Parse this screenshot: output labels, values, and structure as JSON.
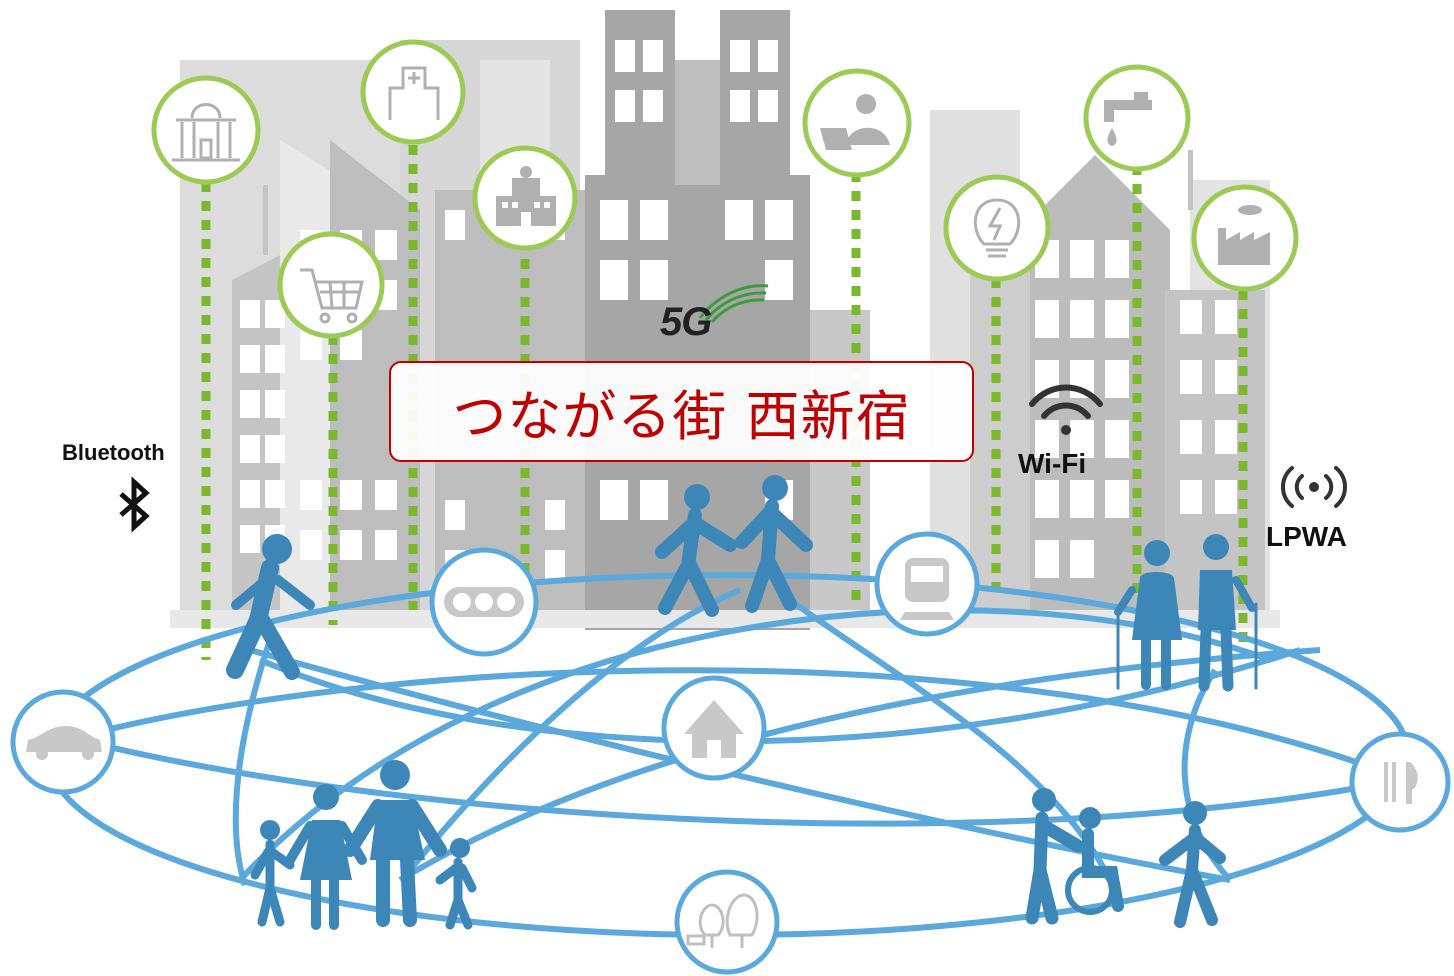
{
  "title": "つながる街 西新宿",
  "badge_5g": "5G",
  "labels": {
    "bluetooth": "Bluetooth",
    "wifi": "Wi-Fi",
    "lpwa": "LPWA"
  },
  "colors": {
    "title_red": "#c00000",
    "network_blue": "#5aa8dc",
    "person_blue": "#3d87b8",
    "dotted_green": "#7ab82e",
    "icon_ring_green": "#9ccb55",
    "building_gray": "#bdbdbd",
    "icon_gray": "#b0b0b0"
  },
  "service_icons": [
    "government-icon",
    "shopping-cart-icon",
    "hospital-icon",
    "school-icon",
    "office-worker-icon",
    "energy-bulb-icon",
    "water-tap-icon",
    "factory-icon"
  ],
  "network_icons": [
    "bus-icon",
    "train-icon",
    "car-icon",
    "home-icon",
    "restaurant-icon",
    "park-icon"
  ]
}
